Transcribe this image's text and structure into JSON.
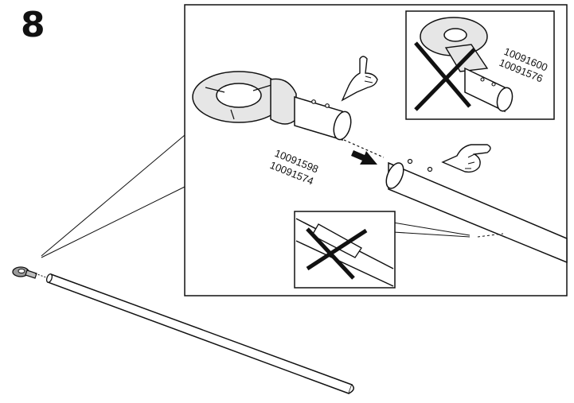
{
  "step": {
    "number": "8"
  },
  "parts": {
    "correct_connector": {
      "codes": [
        "10091598",
        "10091574"
      ]
    },
    "wrong_connector": {
      "codes": [
        "10091600",
        "10091576"
      ]
    }
  },
  "colors": {
    "line": "#111111",
    "fill": "#ffffff",
    "shade": "#d9d9d9"
  }
}
